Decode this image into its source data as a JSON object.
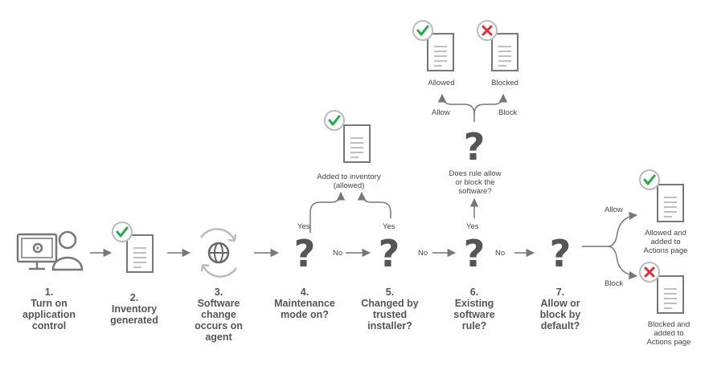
{
  "colors": {
    "gray": "#777777",
    "check": "#23a84a",
    "cross": "#e02b3a",
    "circle_stroke": "#bbbbbb"
  },
  "icons": [
    "monitor-person-icon",
    "document-check-icon",
    "globe-sync-icon",
    "question-mark-icon",
    "document-cross-icon"
  ],
  "steps": [
    {
      "num": "1.",
      "lines": [
        "Turn on",
        "application",
        "control"
      ]
    },
    {
      "num": "2.",
      "lines": [
        "Inventory",
        "generated"
      ]
    },
    {
      "num": "3.",
      "lines": [
        "Software",
        "change",
        "occurs on",
        "agent"
      ]
    },
    {
      "num": "4.",
      "lines": [
        "Maintenance",
        "mode on?"
      ]
    },
    {
      "num": "5.",
      "lines": [
        "Changed by",
        "trusted",
        "installer?"
      ]
    },
    {
      "num": "6.",
      "lines": [
        "Existing",
        "software",
        "rule?"
      ]
    },
    {
      "num": "7.",
      "lines": [
        "Allow or",
        "block by",
        "default?"
      ]
    }
  ],
  "question_mark": "?",
  "labels": {
    "yes4": "Yes",
    "yes5": "Yes",
    "no4": "No",
    "no5": "No",
    "no6": "No",
    "yes6": "Yes",
    "allow_top": "Allow",
    "block_top": "Block",
    "allow7": "Allow",
    "block7": "Block"
  },
  "notes": {
    "added_inventory": [
      "Added to inventory",
      "(allowed)"
    ],
    "rule_question": [
      "Does rule allow",
      "or block the",
      "software?"
    ],
    "allowed_top": [
      "Allowed"
    ],
    "blocked_top": [
      "Blocked"
    ],
    "allowed_actions": [
      "Allowed and",
      "added to",
      "Actions page"
    ],
    "blocked_actions": [
      "Blocked and",
      "added to",
      "Actions page"
    ]
  }
}
